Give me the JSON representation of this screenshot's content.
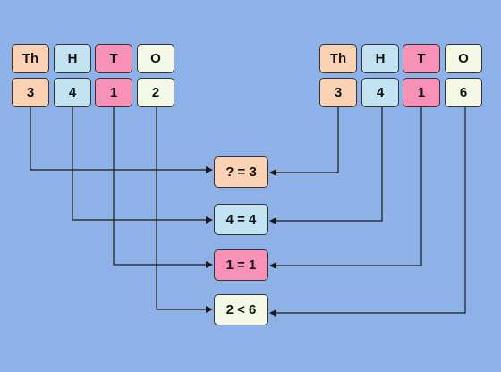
{
  "colors": {
    "background": "#8eb1e8",
    "thousands": "#fbd2b4",
    "hundreds": "#c3e3f3",
    "tens": "#f791b8",
    "ones": "#f4f8e6",
    "line": "#1a1a1a"
  },
  "left_number": {
    "headers": [
      "Th",
      "H",
      "T",
      "O"
    ],
    "digits": [
      "3",
      "4",
      "1",
      "2"
    ]
  },
  "right_number": {
    "headers": [
      "Th",
      "H",
      "T",
      "O"
    ],
    "digits": [
      "3",
      "4",
      "1",
      "6"
    ]
  },
  "comparisons": [
    "? = 3",
    "4 = 4",
    "1 = 1",
    "2 < 6"
  ]
}
